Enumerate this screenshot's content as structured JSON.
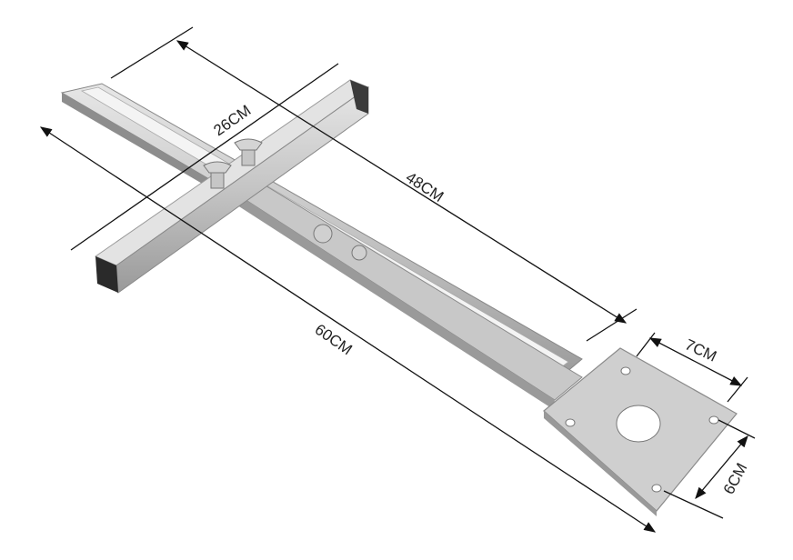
{
  "dimensions": {
    "cross_bar": "26CM",
    "slot_length": "48CM",
    "total_length": "60CM",
    "plate_width": "7CM",
    "plate_height": "6CM"
  },
  "colors": {
    "metal_light": "#d9d9d9",
    "metal_mid": "#b5b5b5",
    "metal_dark": "#8e8e8e",
    "end_cap": "#2a2a2a",
    "dimension_line": "#111111"
  }
}
